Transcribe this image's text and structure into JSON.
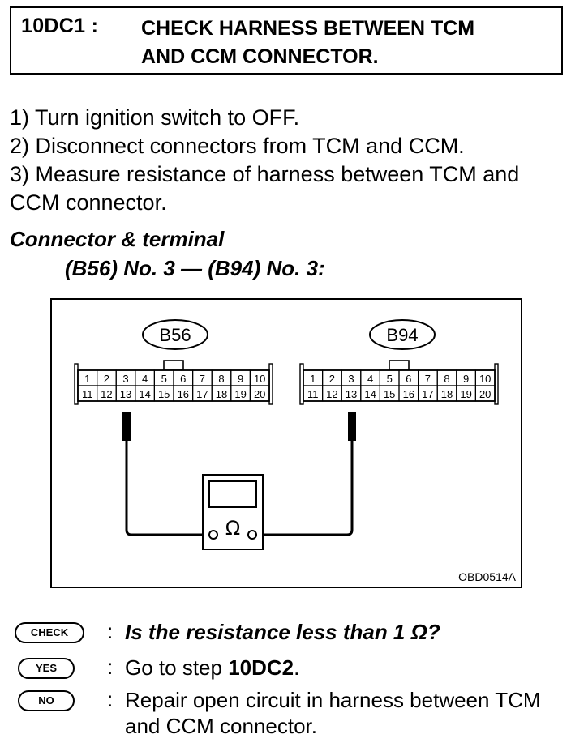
{
  "header": {
    "code": "10DC1 :",
    "title_line1": "CHECK HARNESS BETWEEN TCM",
    "title_line2": "AND CCM CONNECTOR."
  },
  "steps": [
    "1)  Turn ignition switch to OFF.",
    "2)  Disconnect connectors from TCM and CCM.",
    "3)  Measure resistance of harness between TCM and CCM connector."
  ],
  "connector": {
    "heading": "Connector & terminal",
    "detail": "(B56) No. 3 — (B94) No. 3:"
  },
  "diagram": {
    "left_connector": "B56",
    "right_connector": "B94",
    "pins_top": [
      "1",
      "2",
      "3",
      "4",
      "5",
      "6",
      "7",
      "8",
      "9",
      "10"
    ],
    "pins_bottom": [
      "11",
      "12",
      "13",
      "14",
      "15",
      "16",
      "17",
      "18",
      "19",
      "20"
    ],
    "meter_symbol": "Ω",
    "figure_code": "OBD0514A"
  },
  "qa": {
    "check_badge": "CHECK",
    "check_text": "Is the resistance less than 1 Ω?",
    "yes_badge": "YES",
    "yes_text_prefix": "Go to step ",
    "yes_text_step": "10DC2",
    "yes_text_suffix": ".",
    "no_badge": "NO",
    "no_text": "Repair open circuit in harness between TCM and CCM connector.",
    "colon": ":"
  }
}
